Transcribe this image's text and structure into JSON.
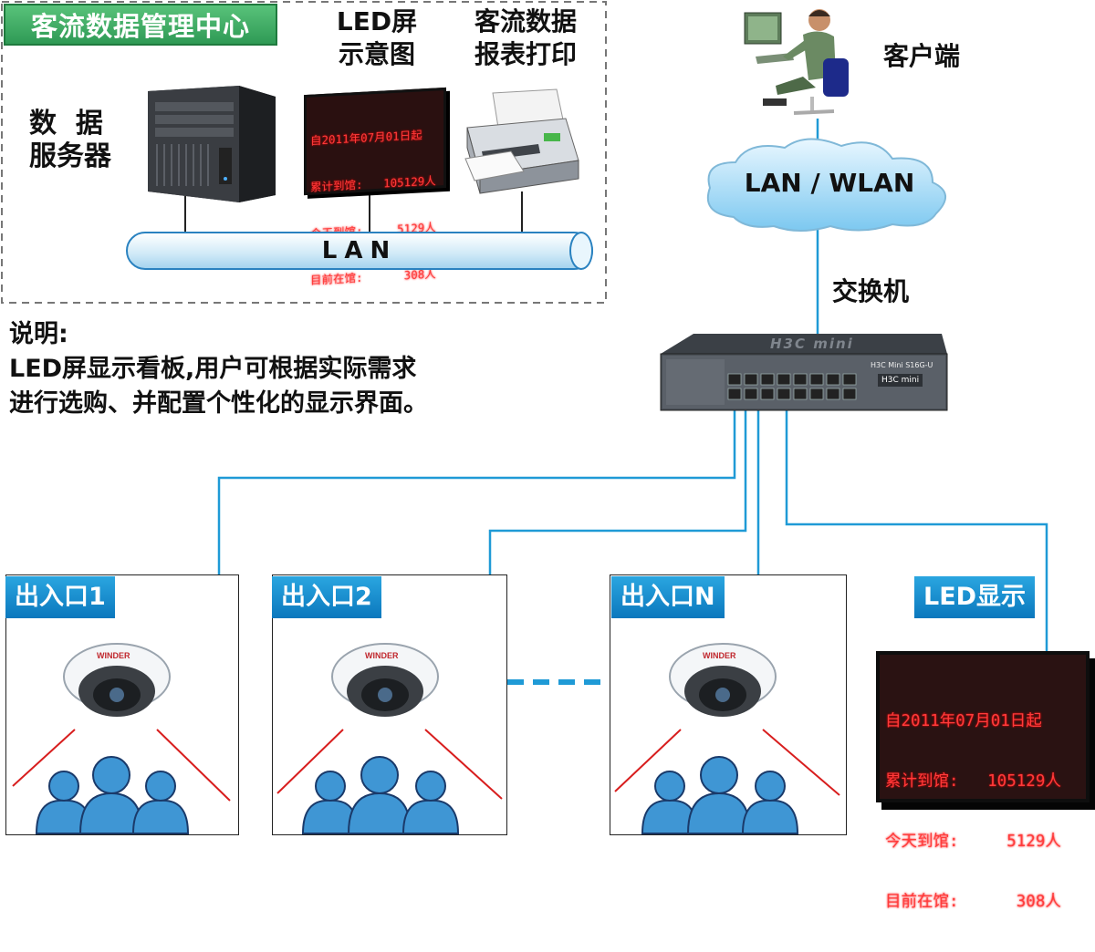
{
  "center": {
    "title": "客流数据管理中心",
    "server_label_l1": "数  据",
    "server_label_l2": "服务器",
    "led_label_l1": "LED屏",
    "led_label_l2": "示意图",
    "printer_label_l1": "客流数据",
    "printer_label_l2": "报表打印",
    "lan_label": "LAN"
  },
  "led_small": {
    "l1": "自2011年07月01日起",
    "l2": "累计到馆:   105129人",
    "l3": "今天到馆:     5129人",
    "l4": "目前在馆:      308人"
  },
  "client": {
    "label": "客户端"
  },
  "cloud": {
    "label": "LAN / WLAN"
  },
  "switch": {
    "label": "交换机",
    "brand": "H3C mini",
    "model": "H3C Mini S16G-U",
    "badge": "H3C mini"
  },
  "note": {
    "title": "说明:",
    "line1": "LED屏显示看板,用户可根据实际需求",
    "line2": "进行选购、并配置个性化的显示界面。"
  },
  "gates": [
    {
      "label": "出入口1"
    },
    {
      "label": "出入口2"
    },
    {
      "label": "出入口N"
    }
  ],
  "camera_brand": "WINDER",
  "led_display": {
    "label": "LED显示",
    "l1": "自2011年07月01日起",
    "l2": "累计到馆:   105129人",
    "l3": "今天到馆:     5129人",
    "l4": "目前在馆:      308人"
  },
  "colors": {
    "link": "#1f9ad6",
    "accent_green": "#2f9a55",
    "led_red": "#ff3b3b",
    "beam": "#d81e1e"
  }
}
